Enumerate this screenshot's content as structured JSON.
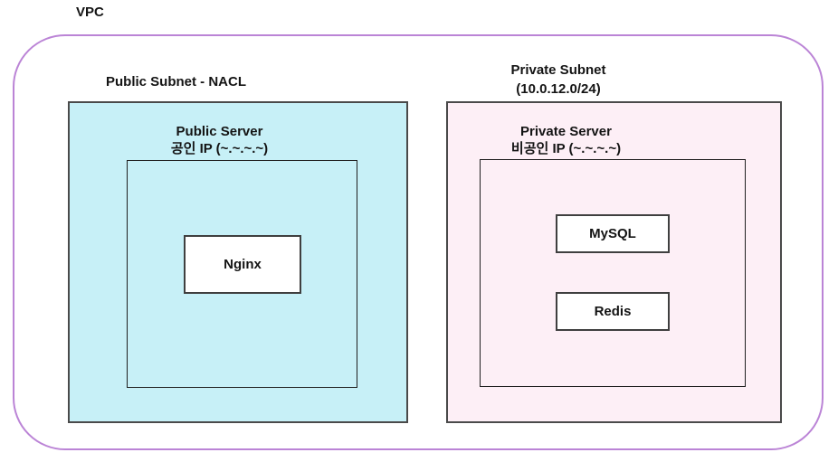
{
  "diagram": {
    "vpc": {
      "label": "VPC",
      "border_color": "#bb84d6"
    },
    "public_subnet": {
      "label": "Public Subnet - NACL",
      "fill_color": "#c7f0f7",
      "border_color": "#4a4a4a",
      "server": {
        "title": "Public Server",
        "subtitle": "공인 IP (~.~.~.~)",
        "nodes": [
          {
            "label": "Nginx"
          }
        ]
      }
    },
    "private_subnet": {
      "label_line1": "Private Subnet",
      "label_line2": "(10.0.12.0/24)",
      "fill_color": "#fdeff6",
      "border_color": "#4a4a4a",
      "server": {
        "title": "Private Server",
        "subtitle": "비공인 IP (~.~.~.~)",
        "nodes": [
          {
            "label": "MySQL"
          },
          {
            "label": "Redis"
          }
        ]
      }
    },
    "node_style": {
      "fill_color": "#ffffff",
      "border_color": "#3f3f3f"
    }
  }
}
